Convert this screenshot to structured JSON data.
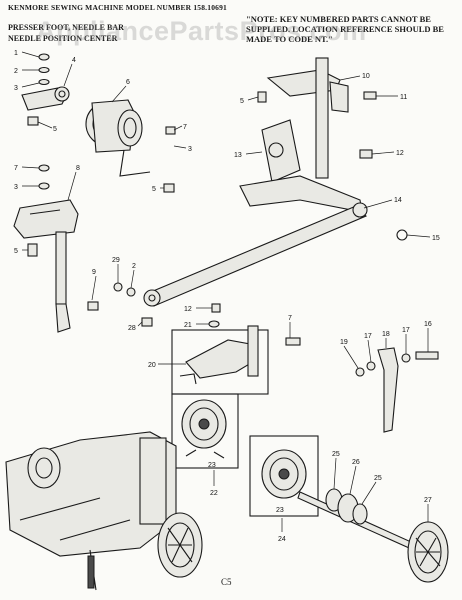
{
  "header": {
    "title": "KENMORE SEWING MACHINE   MODEL NUMBER  158.10691",
    "note": "\"NOTE: KEY NUMBERED PARTS CANNOT BE SUPPLIED. LOCATION REFERENCE SHOULD BE MADE TO CODE NT.\"",
    "subtitle_line1": "PRESSER FOOT, NEEDLE BAR",
    "subtitle_line2": "NEEDLE POSITION CENTER"
  },
  "watermark": "AppliancePartsPros.com",
  "footer_code": "C5",
  "colors": {
    "line": "#1a1a1a",
    "paper": "#fbfbf8",
    "watermark": "#969696"
  },
  "part_labels": [
    "1",
    "2",
    "3",
    "4",
    "5",
    "6",
    "7",
    "8",
    "9",
    "10",
    "11",
    "12",
    "13",
    "14",
    "15",
    "16",
    "17",
    "18",
    "19",
    "20",
    "21",
    "22",
    "23",
    "24",
    "25",
    "26",
    "27",
    "28",
    "29"
  ]
}
